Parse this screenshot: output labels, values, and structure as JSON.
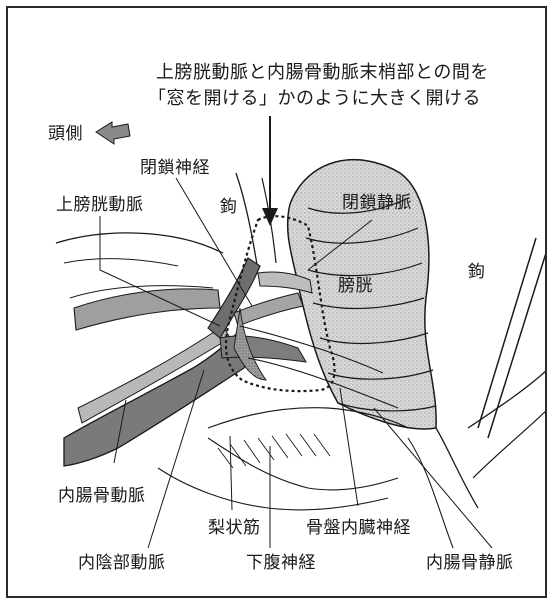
{
  "caption": {
    "line1": "上膀胱動脈と内腸骨動脈末梢部との間を",
    "line2": "「窓を開ける」かのように大きく開ける"
  },
  "orientation": {
    "label": "頭側",
    "icon": "arrow-left-icon"
  },
  "labels": {
    "obturator_nerve": "閉鎖神経",
    "superior_vesical_artery": "上膀胱動脈",
    "hook_left": "鉤",
    "obturator_vein": "閉鎖静脈",
    "bladder": "膀胱",
    "hook_right": "鉤",
    "internal_iliac_artery": "内腸骨動脈",
    "piriformis": "梨状筋",
    "pelvic_splanchnic_nerve": "骨盤内臓神経",
    "internal_pudendal_artery": "内陰部動脈",
    "hypogastric_nerve": "下腹神経",
    "internal_iliac_vein": "内腸骨静脈"
  },
  "colors": {
    "ink": "#1a1a1a",
    "dark_fill": "#7a7a7a",
    "mid_fill": "#a8a8a8",
    "light_fill": "#cfcfcf",
    "highlight_dots": "#2a2a2a"
  }
}
